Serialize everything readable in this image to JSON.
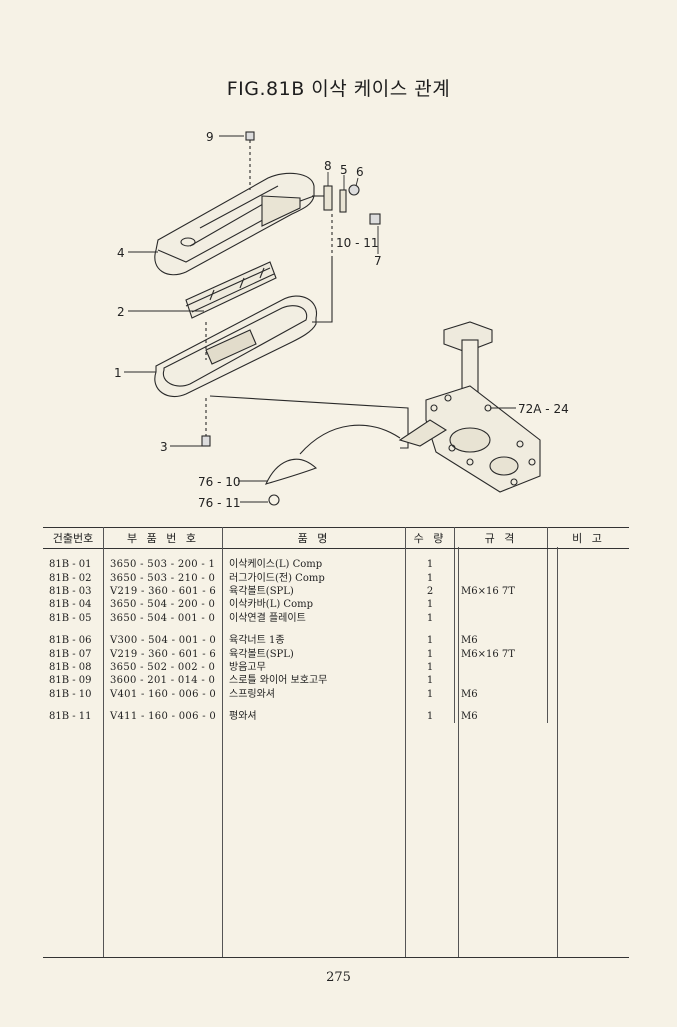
{
  "title": "FIG.81B 이삭 케이스 관계",
  "callouts": {
    "c9": "9",
    "c8": "8",
    "c5": "5",
    "c6": "6",
    "c10_11": "10 - 11",
    "c7": "7",
    "c4": "4",
    "c2": "2",
    "c1": "1",
    "c3": "3",
    "c72a24": "72A - 24",
    "c76_10": "76 - 10",
    "c76_11": "76 - 11"
  },
  "table": {
    "headers": [
      "건출번호",
      "부 품 번 호",
      "품 명",
      "수 량",
      "규 격",
      "비 고"
    ],
    "rows": [
      {
        "no": "81B - 01",
        "part": "3650 - 503 - 200 - 1",
        "name": "이삭케이스(L) Comp",
        "qty": "1",
        "spec": "",
        "note": ""
      },
      {
        "no": "81B - 02",
        "part": "3650 - 503 - 210 - 0",
        "name": "러그가이드(전) Comp",
        "qty": "1",
        "spec": "",
        "note": ""
      },
      {
        "no": "81B - 03",
        "part": "V219 - 360 - 601 - 6",
        "name": "육각볼트(SPL)",
        "qty": "2",
        "spec": "M6×16 7T",
        "note": ""
      },
      {
        "no": "81B - 04",
        "part": "3650 - 504 - 200 - 0",
        "name": "이삭카바(L) Comp",
        "qty": "1",
        "spec": "",
        "note": ""
      },
      {
        "no": "81B - 05",
        "part": "3650 - 504 - 001 - 0",
        "name": "이삭연결 플레이트",
        "qty": "1",
        "spec": "",
        "note": ""
      },
      {
        "no": "81B - 06",
        "part": "V300 - 504 - 001 - 0",
        "name": "육각너트 1종",
        "qty": "1",
        "spec": "M6",
        "note": ""
      },
      {
        "no": "81B - 07",
        "part": "V219 - 360 - 601 - 6",
        "name": "육각볼트(SPL)",
        "qty": "1",
        "spec": "M6×16 7T",
        "note": ""
      },
      {
        "no": "81B - 08",
        "part": "3650 - 502 - 002 - 0",
        "name": "방음고무",
        "qty": "1",
        "spec": "",
        "note": ""
      },
      {
        "no": "81B - 09",
        "part": "3600 - 201 - 014 - 0",
        "name": "스로틀 와이어 보호고무",
        "qty": "1",
        "spec": "",
        "note": ""
      },
      {
        "no": "81B - 10",
        "part": "V401 - 160 - 006 - 0",
        "name": "스프링와셔",
        "qty": "1",
        "spec": "M6",
        "note": ""
      },
      {
        "no": "81B - 11",
        "part": "V411 - 160 - 006 - 0",
        "name": "평와셔",
        "qty": "1",
        "spec": "M6",
        "note": ""
      }
    ]
  },
  "page_number": "275"
}
